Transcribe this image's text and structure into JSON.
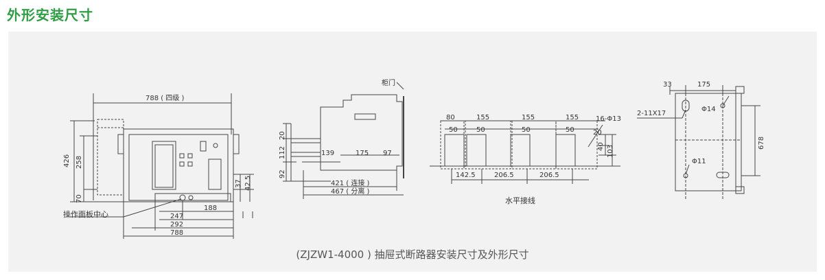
{
  "header": {
    "title": "外形安装尺寸"
  },
  "front_view": {
    "dim_width_top": "788 ( 四级 )",
    "dim_426": "426",
    "dim_258": "258",
    "dim_70": "70",
    "dim_37": "37",
    "dim_42_5": "42.5",
    "dim_188": "188",
    "dim_247": "247",
    "dim_292": "292",
    "dim_788": "788",
    "label_panel_center": "操作面板中心"
  },
  "side_view": {
    "label_cabinet_door": "柜门",
    "dim_20": "20",
    "dim_112": "112",
    "dim_92": "92",
    "dim_139": "139",
    "dim_175": "175",
    "dim_97": "97",
    "dim_421": "421 ( 连接 )",
    "dim_467": "467 ( 分离 )"
  },
  "terminal_view": {
    "dims_top": [
      "80",
      "155",
      "155",
      "155"
    ],
    "dims_50": [
      "50",
      "50",
      "50",
      "50"
    ],
    "label_holes": "16-Φ13",
    "dim_20": "20",
    "dim_40": "40",
    "dim_103": "103",
    "dims_bottom": [
      "142.5",
      "206.5",
      "206.5"
    ],
    "caption": "水平接线"
  },
  "mount_view": {
    "dim_33": "33",
    "dim_175": "175",
    "label_slots": "2-11X17",
    "label_phi14": "Φ14",
    "label_phi11": "Φ11",
    "dim_678": "678"
  },
  "caption": "(ZJZW1-4000 ) 抽屉式断路器安装尺寸及外形尺寸"
}
